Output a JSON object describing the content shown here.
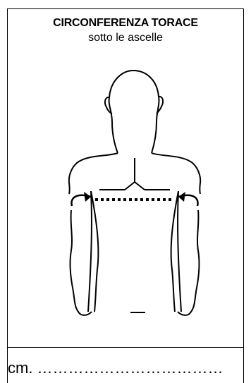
{
  "card": {
    "title": "CIRCONFERENZA TORACE",
    "subtitle": "sotto le ascelle",
    "answer_line": "cm. ………………………………"
  },
  "illustration": {
    "subject": "upper-body outline",
    "measure_line": "dashed chest line",
    "arrows": [
      "left-arrow-icon",
      "right-arrow-icon"
    ]
  }
}
